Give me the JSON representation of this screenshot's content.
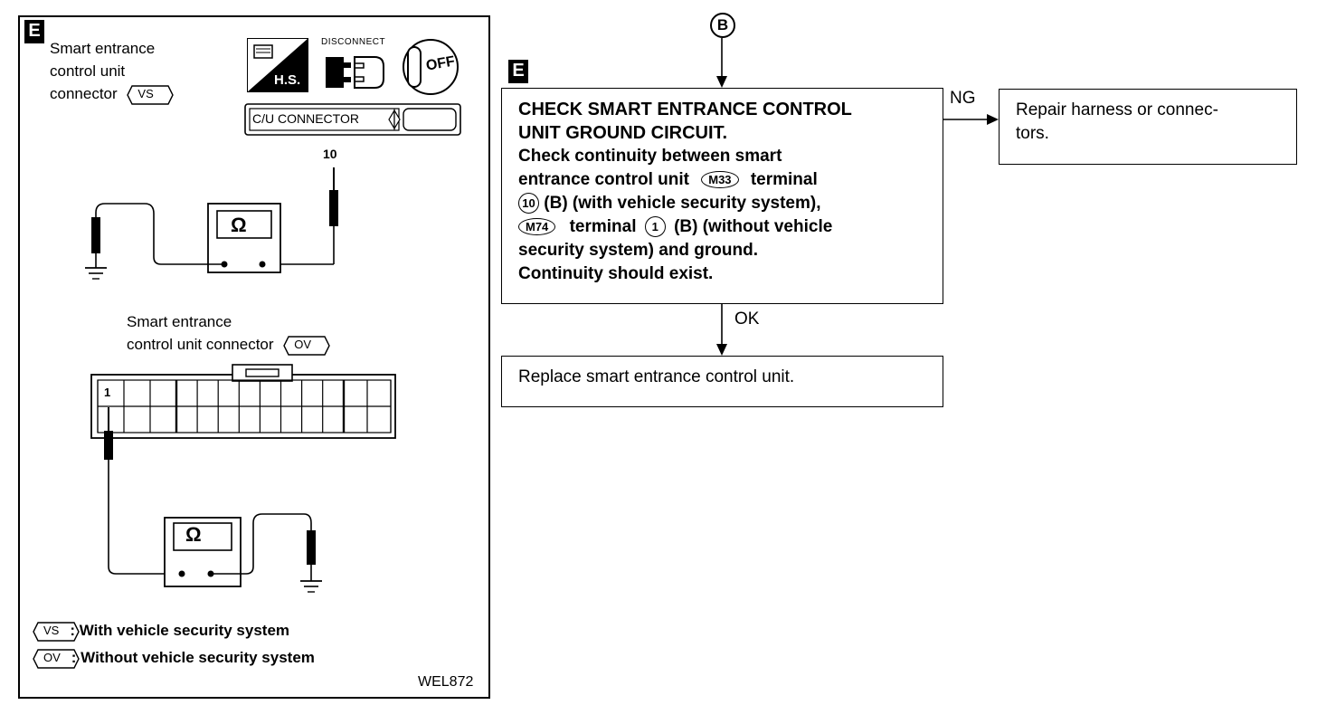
{
  "left_panel": {
    "badge": "E",
    "connector_label_1": "Smart entrance",
    "connector_label_2": "control unit",
    "connector_label_3": "connector",
    "vs_code": "VS",
    "hs_label": "H.S.",
    "disconnect_label": "DISCONNECT",
    "off_label": "OFF",
    "cu_connector_label": "C/U CONNECTOR",
    "terminal_10": "10",
    "ohm_symbol": "Ω",
    "connector2_label_1": "Smart entrance",
    "connector2_label_2": "control unit connector",
    "ov_code": "OV",
    "terminal_1": "1",
    "legend_vs": ": With vehicle security system",
    "legend_ov": ": Without vehicle security system",
    "figure_id": "WEL872"
  },
  "flow": {
    "start_marker": "B",
    "badge": "E",
    "check_title_1": "CHECK SMART ENTRANCE CONTROL",
    "check_title_2": "UNIT GROUND CIRCUIT.",
    "check_line_3": "Check continuity between smart",
    "check_line_4_a": "entrance control unit",
    "conn_m33": "M33",
    "check_line_4_b": "terminal",
    "term_10": "10",
    "check_line_5": "(B) (with vehicle security system),",
    "conn_m74": "M74",
    "check_line_6_a": "terminal",
    "term_1": "1",
    "check_line_6_b": "(B) (without vehicle",
    "check_line_7": "security system) and ground.",
    "check_line_8": "Continuity should exist.",
    "ng_label": "NG",
    "ng_result_1": "Repair harness or connec-",
    "ng_result_2": "tors.",
    "ok_label": "OK",
    "ok_result": "Replace smart entrance control unit."
  }
}
